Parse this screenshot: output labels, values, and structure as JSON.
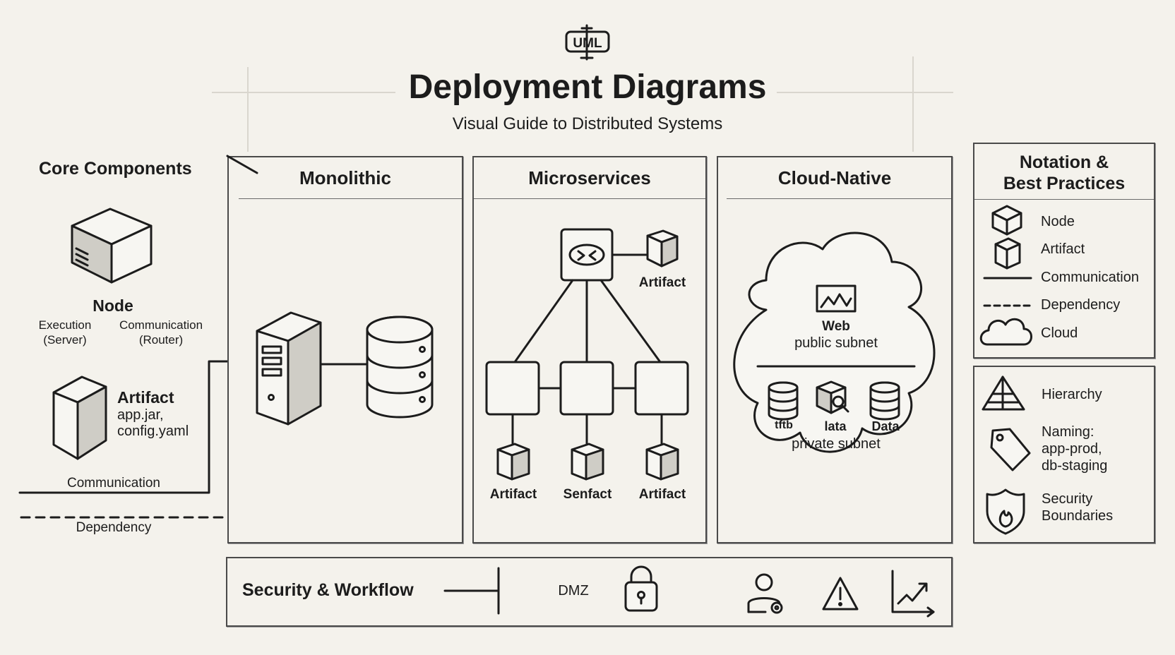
{
  "header": {
    "logo_text": "UML",
    "title": "Deployment Diagrams",
    "subtitle": "Visual Guide to Distributed Systems"
  },
  "core": {
    "title": "Core Components",
    "node_label": "Node",
    "execution_label": "Execution",
    "execution_sub": "(Server)",
    "communication_label": "Communication",
    "communication_sub": "(Router)",
    "artifact_label": "Artifact",
    "artifact_line1": "app.jar,",
    "artifact_line2": "config.yaml",
    "comm_line_label": "Communication",
    "dependency_label": "Dependency"
  },
  "panels": {
    "monolithic": {
      "title": "Monolithic"
    },
    "microservices": {
      "title": "Microservices",
      "top_artifact": "Artifact",
      "bottom_artifacts": [
        "Artifact",
        "Senfact",
        "Artifact"
      ]
    },
    "cloud": {
      "title": "Cloud-Native",
      "web_label": "Web",
      "public_subnet": "public subnet",
      "private_items": [
        "tftb",
        "lata",
        "Data"
      ],
      "private_subnet": "private subnet"
    }
  },
  "notation": {
    "title_line1": "Notation &",
    "title_line2": "Best Practices",
    "items": [
      "Node",
      "Artifact",
      "Communication",
      "Dependency",
      "Cloud"
    ]
  },
  "practices": {
    "hierarchy": "Hierarchy",
    "naming_1": "Naming:",
    "naming_2": "app-prod,",
    "naming_3": "db-staging",
    "security_1": "Security",
    "security_2": "Boundaries"
  },
  "footer": {
    "title": "Security & Workflow",
    "dmz": "DMZ"
  }
}
